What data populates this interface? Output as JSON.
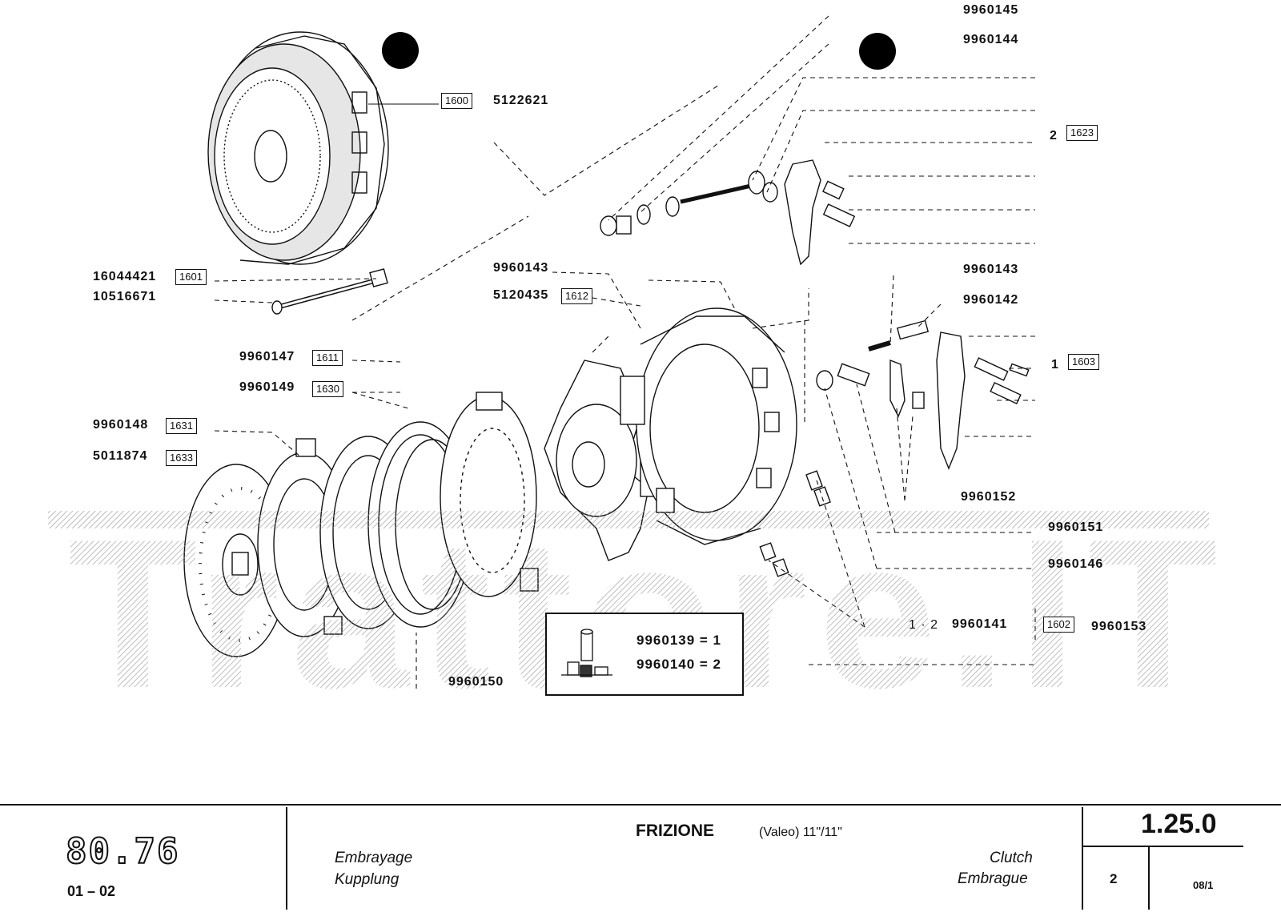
{
  "watermark": "Trattore.IT",
  "part_numbers": {
    "p9960145": "9960145",
    "p9960144": "9960144",
    "p5122621": "5122621",
    "p16044421": "16044421",
    "p10516671": "10516671",
    "p9960143a": "9960143",
    "p5120435": "5120435",
    "p9960147": "9960147",
    "p9960149": "9960149",
    "p9960148": "9960148",
    "p5011874": "5011874",
    "p9960150": "9960150",
    "p9960143b": "9960143",
    "p9960142": "9960142",
    "p9960152": "9960152",
    "p9960151": "9960151",
    "p9960146": "9960146",
    "p9960141": "9960141",
    "p9960153": "9960153"
  },
  "ref_boxes": {
    "r1600": "1600",
    "r1601": "1601",
    "r1612": "1612",
    "r1611": "1611",
    "r1630": "1630",
    "r1631": "1631",
    "r1633": "1633",
    "r1623": "1623",
    "r1603": "1603",
    "r1602": "1602"
  },
  "quantities": {
    "q1623": "2",
    "q1603": "1",
    "q9960141": "1 · 2"
  },
  "legend": {
    "line1": "9960139 = 1",
    "line2": "9960140 = 2"
  },
  "footer": {
    "model_logo": "80.76",
    "model_range": "01 – 02",
    "title": "FRIZIONE",
    "subtitle": "(Valeo) 11\"/11\"",
    "fr": "Embrayage",
    "de": "Kupplung",
    "en": "Clutch",
    "es": "Embrague",
    "section": "1.25.0",
    "page": "2",
    "edition": "08/1"
  }
}
